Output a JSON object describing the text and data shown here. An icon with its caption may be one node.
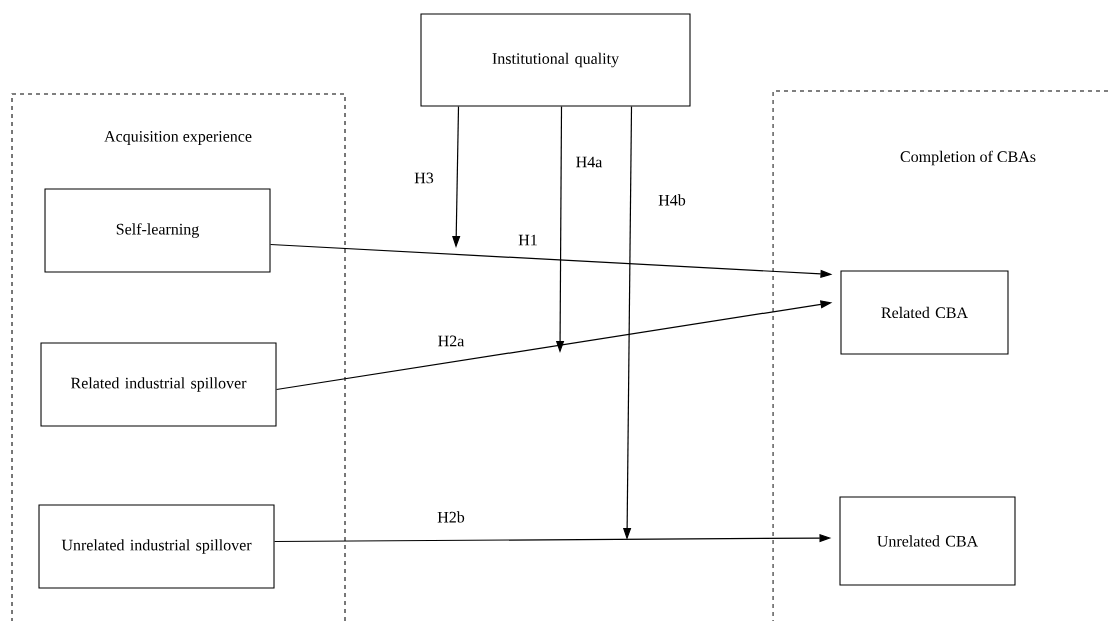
{
  "diagram": {
    "nodes": [
      {
        "text": [
          "Institutional quality"
        ]
      },
      {
        "text": [
          "Acquisition experience"
        ]
      },
      {
        "text": [
          "Self-learning"
        ],
        "in": 1
      },
      {
        "text": [
          "Related industrial spillover"
        ],
        "in": 1
      },
      {
        "text": [
          "Unrelated industrial spillover"
        ],
        "in": 1
      },
      {
        "text": [
          "Completion of CBAs"
        ]
      },
      {
        "text": [
          "Related CBA"
        ],
        "in": 5
      },
      {
        "text": [
          "Unrelated CBA"
        ],
        "in": 5
      }
    ],
    "edges": [
      {
        "from": 2,
        "to": 6,
        "arrow": "to",
        "label": "H1"
      },
      {
        "from": 3,
        "to": 6,
        "arrow": "to",
        "label": "H2a"
      },
      {
        "from": 4,
        "to": 7,
        "arrow": "to",
        "label": "H2b"
      },
      {
        "from": 0,
        "to": null,
        "arrow": "to",
        "label": "H3"
      },
      {
        "from": 0,
        "to": null,
        "arrow": "to",
        "label": "H4a"
      },
      {
        "from": 0,
        "to": null,
        "arrow": "to",
        "label": "H4b"
      }
    ]
  }
}
